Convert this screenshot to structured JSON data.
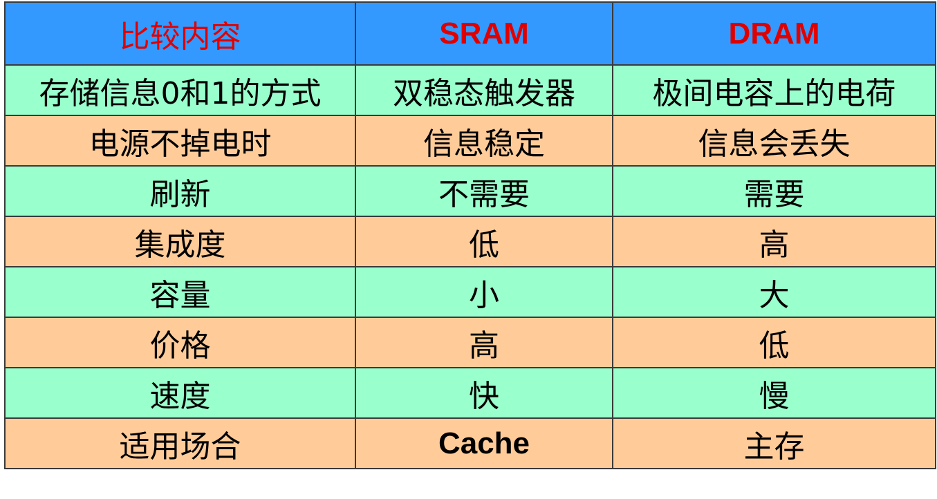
{
  "colors": {
    "header_bg": "#3399ff",
    "header_text": "#e00000",
    "row_green": "#99ffcc",
    "row_orange": "#ffcc99",
    "border": "#3a3a3a"
  },
  "table": {
    "headers": [
      "比较内容",
      "SRAM",
      "DRAM"
    ],
    "rows": [
      {
        "label": "存储信息0和1的方式",
        "sram": "双稳态触发器",
        "dram": "极间电容上的电荷"
      },
      {
        "label": "电源不掉电时",
        "sram": "信息稳定",
        "dram": "信息会丢失"
      },
      {
        "label": "刷新",
        "sram": "不需要",
        "dram": "需要"
      },
      {
        "label": "集成度",
        "sram": "低",
        "dram": "高"
      },
      {
        "label": "容量",
        "sram": "小",
        "dram": "大"
      },
      {
        "label": "价格",
        "sram": "高",
        "dram": "低"
      },
      {
        "label": "速度",
        "sram": "快",
        "dram": "慢"
      },
      {
        "label": "适用场合",
        "sram": "Cache",
        "dram": "主存"
      }
    ]
  }
}
